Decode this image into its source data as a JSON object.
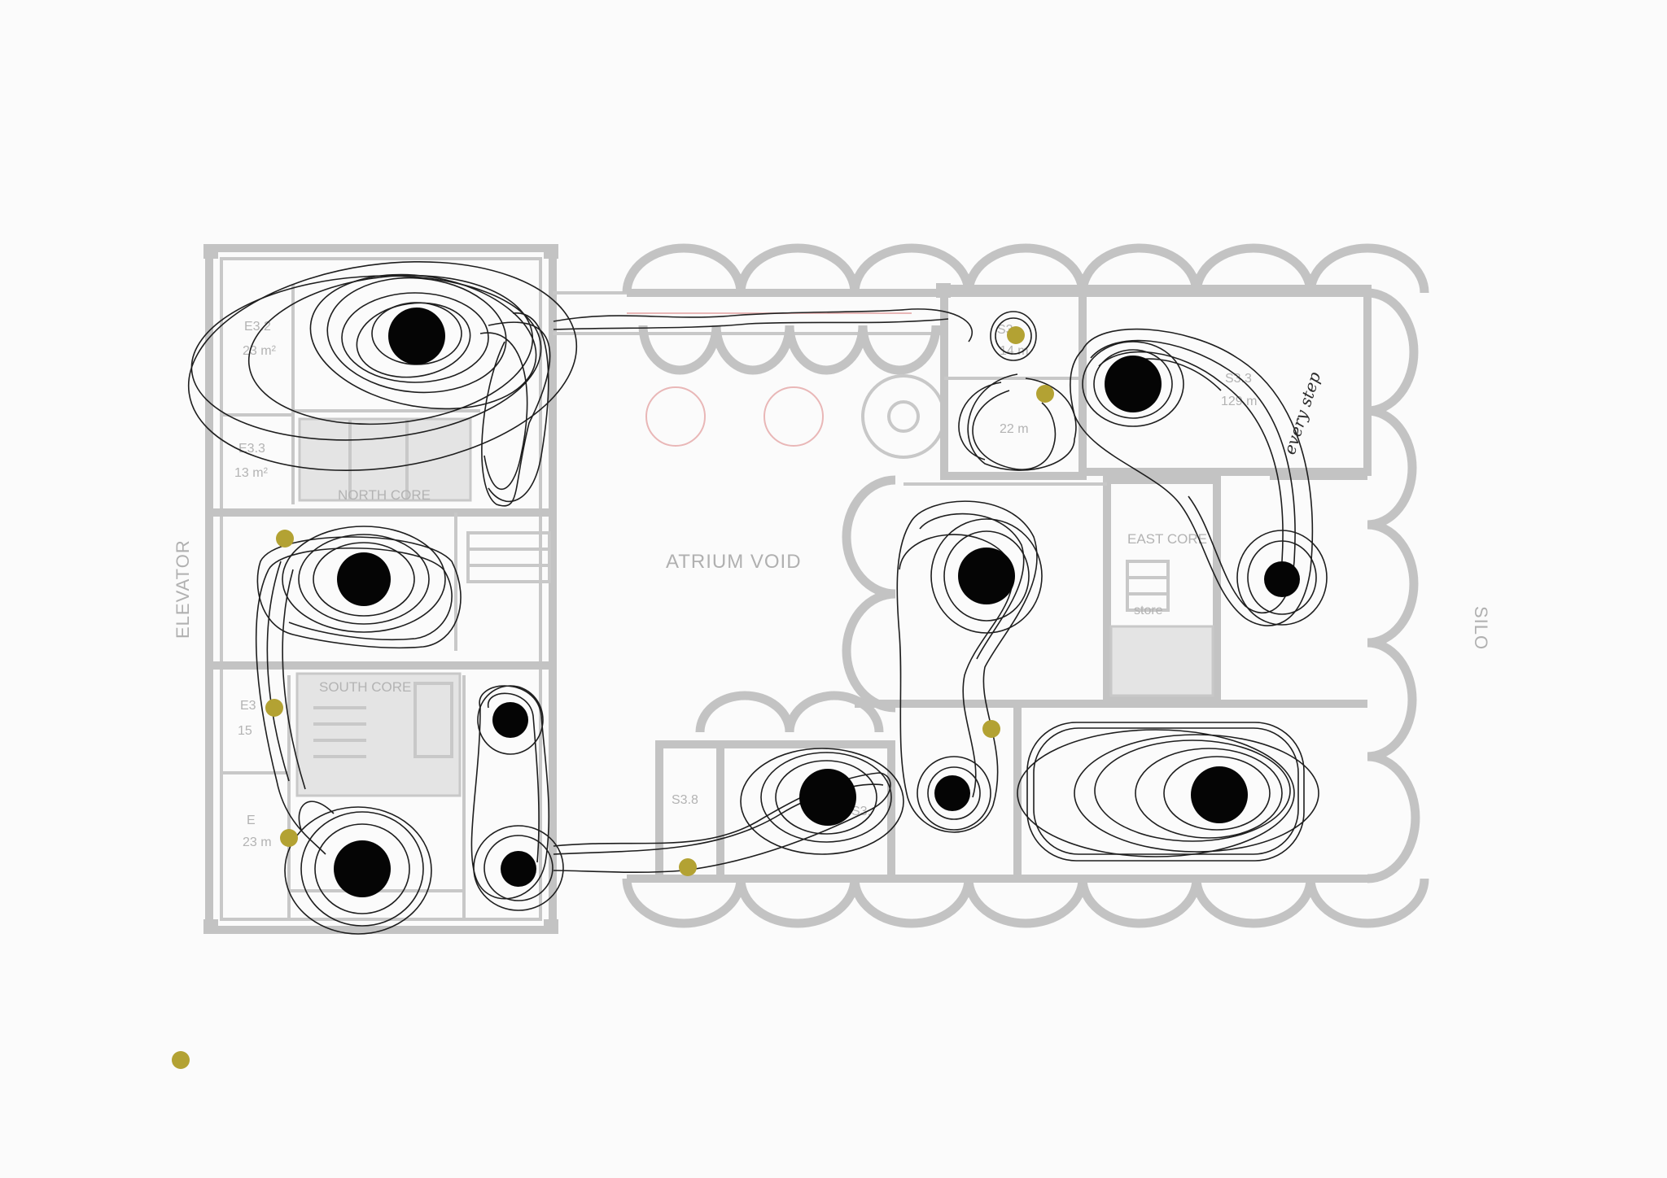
{
  "labels": {
    "elevator": "ELEVATOR",
    "silo": "SILO",
    "atrium": "ATRIUM VOID",
    "north_core": "NORTH CORE",
    "south_core": "SOUTH CORE",
    "east_core": "EAST CORE",
    "store": "store"
  },
  "rooms": [
    {
      "name": "E3.2",
      "area": "23 m²"
    },
    {
      "name": "E3.3",
      "area": "13 m²"
    },
    {
      "name": "E3",
      "area": "15"
    },
    {
      "name": "E",
      "area": "23 m"
    },
    {
      "name": "S3",
      "area": "14 m"
    },
    {
      "name": "",
      "area": "22 m"
    },
    {
      "name": "S3.3",
      "area": "129 m"
    },
    {
      "name": "S3.8",
      "area": ""
    },
    {
      "name": "S3.",
      "area": ""
    }
  ],
  "handwriting": {
    "east_room": "every step"
  },
  "colors": {
    "walls": "#c3c3c3",
    "nodes": "#050505",
    "pins": "#b3a233",
    "trajectory": "#1e1e1e",
    "background": "#fbfbfb"
  }
}
